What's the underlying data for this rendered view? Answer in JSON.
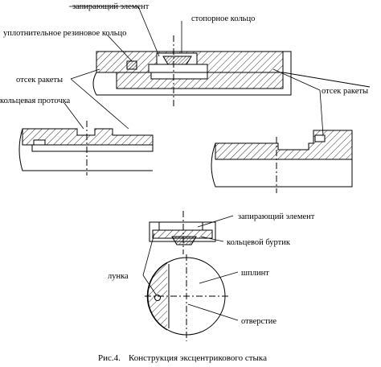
{
  "labels": {
    "locking_element_top": "запирающий элемент",
    "rubber_seal": "уплотнительное резиновое кольцо",
    "stop_ring": "стопорное кольцо",
    "rocket_compartment_left": "отсек ракеты",
    "annular_groove": "кольцевая проточка",
    "rocket_compartment_right": "отсек ракеты",
    "locking_element_bottom": "запирающий элемент",
    "annular_bead": "кольцевой буртик",
    "cup": "лунка",
    "cotter_pin": "шплинт",
    "hole": "отверстие"
  },
  "caption": {
    "number": "Рис.4.",
    "title": "Конструкция эксцентрикового стыка"
  }
}
